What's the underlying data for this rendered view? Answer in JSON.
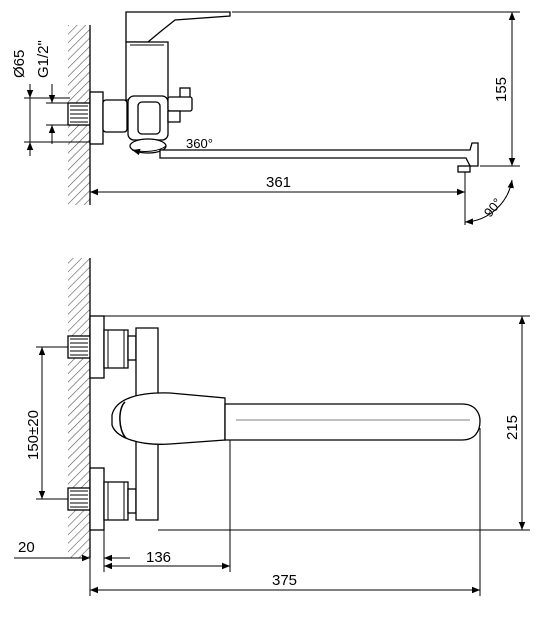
{
  "diagram": {
    "top_view": {
      "dimensions": {
        "body_diameter": "Ø65",
        "thread": "G1/2\"",
        "height": "155",
        "spout_length": "361",
        "rotation": "360°",
        "aerator_angle": "90°"
      }
    },
    "front_view": {
      "dimensions": {
        "inlet_spacing": "150±20",
        "total_height": "215",
        "wall_offset": "20",
        "handle_reach": "136",
        "total_length": "375"
      }
    }
  },
  "colors": {
    "line": "#000000",
    "hatch": "#555555",
    "background": "#ffffff"
  }
}
